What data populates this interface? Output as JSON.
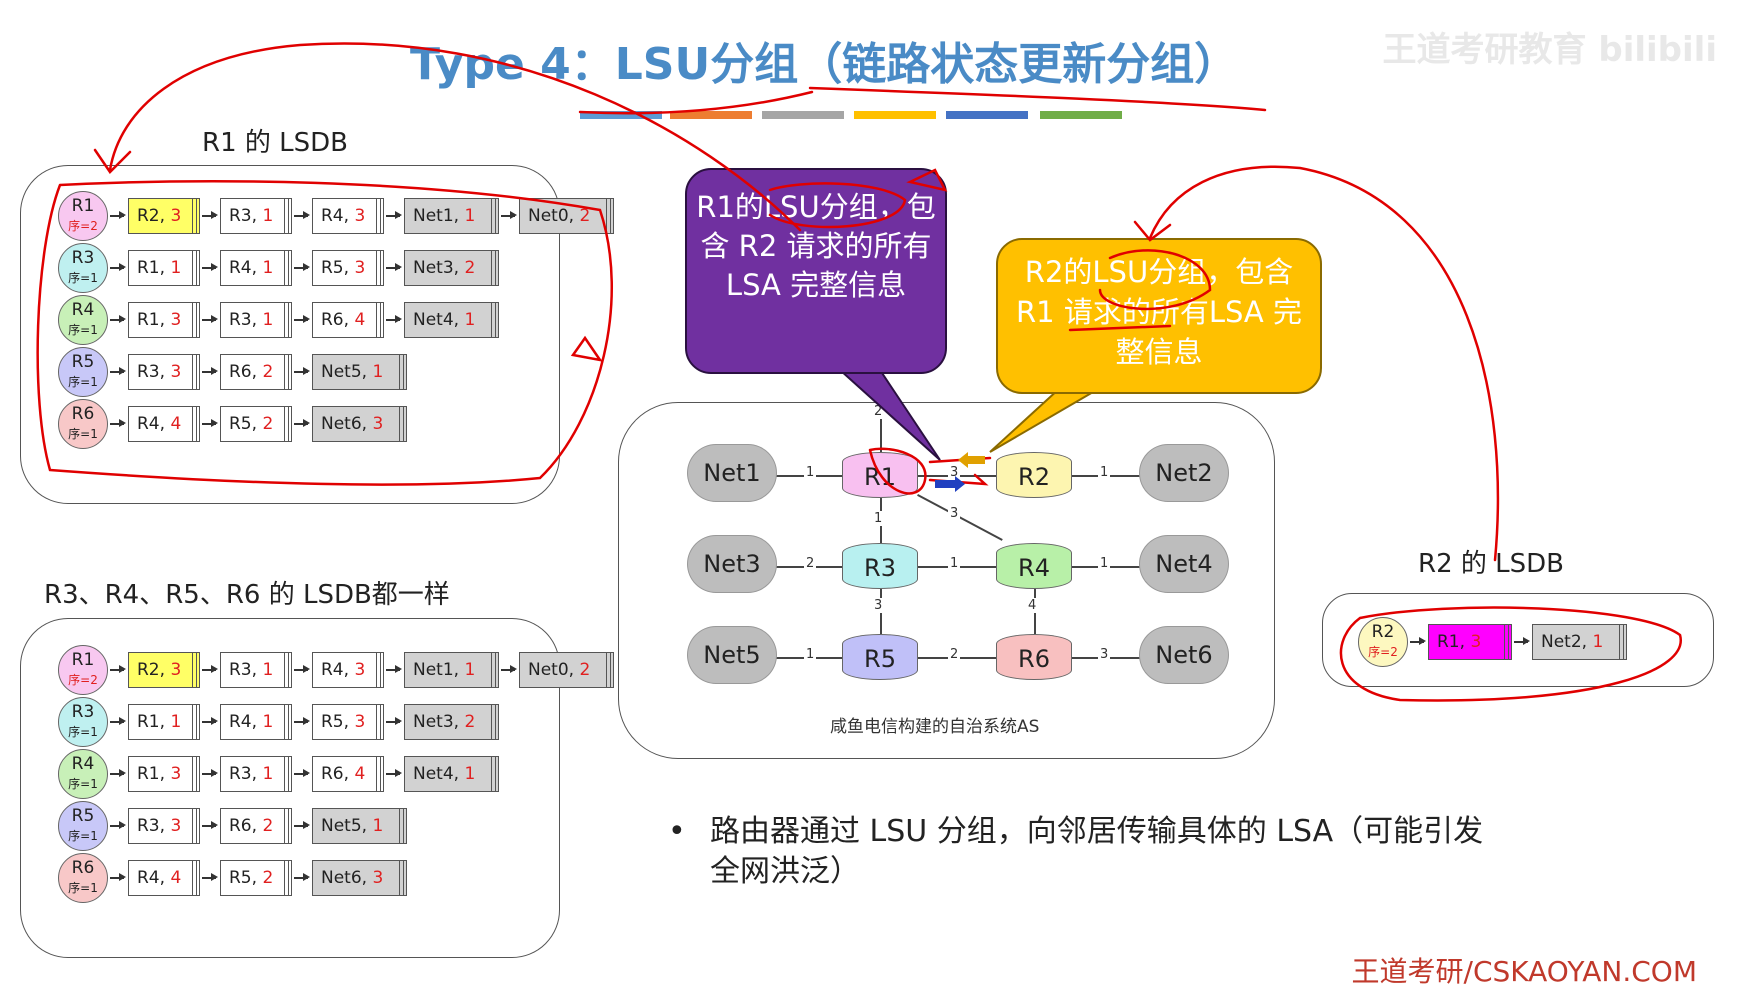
{
  "title": "Type 4：LSU分组（链路状态更新分组）",
  "watermark": "王道考研教育 bilibili",
  "title_bar_colors": [
    "#5b9bd5",
    "#ed7d31",
    "#a5a5a5",
    "#ffc000",
    "#4472c4",
    "#70ad47"
  ],
  "r1_lsdb": {
    "label": "R1 的 LSDB",
    "rows": [
      {
        "router": "R1",
        "seq": "序=2",
        "color": "#f8c8f0",
        "cells": [
          {
            "name": "R2, ",
            "cost": "3",
            "kind": "yel"
          },
          {
            "name": "R3, ",
            "cost": "1",
            "kind": "plain"
          },
          {
            "name": "R4, ",
            "cost": "3",
            "kind": "plain"
          },
          {
            "name": "Net1, ",
            "cost": "1",
            "kind": "net"
          },
          {
            "name": "Net0, ",
            "cost": "2",
            "kind": "net"
          }
        ]
      },
      {
        "router": "R3",
        "seq": "序=1",
        "color": "#bff0f0",
        "cells": [
          {
            "name": "R1, ",
            "cost": "1",
            "kind": "plain"
          },
          {
            "name": "R4, ",
            "cost": "1",
            "kind": "plain"
          },
          {
            "name": "R5, ",
            "cost": "3",
            "kind": "plain"
          },
          {
            "name": "Net3, ",
            "cost": "2",
            "kind": "net"
          }
        ]
      },
      {
        "router": "R4",
        "seq": "序=1",
        "color": "#c8f0b8",
        "cells": [
          {
            "name": "R1, ",
            "cost": "3",
            "kind": "plain"
          },
          {
            "name": "R3, ",
            "cost": "1",
            "kind": "plain"
          },
          {
            "name": "R6, ",
            "cost": "4",
            "kind": "plain"
          },
          {
            "name": "Net4, ",
            "cost": "1",
            "kind": "net"
          }
        ]
      },
      {
        "router": "R5",
        "seq": "序=1",
        "color": "#c8c8f8",
        "cells": [
          {
            "name": "R3, ",
            "cost": "3",
            "kind": "plain"
          },
          {
            "name": "R6, ",
            "cost": "2",
            "kind": "plain"
          },
          {
            "name": "Net5, ",
            "cost": "1",
            "kind": "net"
          }
        ]
      },
      {
        "router": "R6",
        "seq": "序=1",
        "color": "#f8c8c8",
        "cells": [
          {
            "name": "R4, ",
            "cost": "4",
            "kind": "plain"
          },
          {
            "name": "R5, ",
            "cost": "2",
            "kind": "plain"
          },
          {
            "name": "Net6, ",
            "cost": "3",
            "kind": "net"
          }
        ]
      }
    ]
  },
  "others_lsdb": {
    "label": "R3、R4、R5、R6 的 LSDB都一样",
    "rows": [
      {
        "router": "R1",
        "seq": "序=2",
        "color": "#f8c8f0",
        "cells": [
          {
            "name": "R2, ",
            "cost": "3",
            "kind": "yel"
          },
          {
            "name": "R3, ",
            "cost": "1",
            "kind": "plain"
          },
          {
            "name": "R4, ",
            "cost": "3",
            "kind": "plain"
          },
          {
            "name": "Net1, ",
            "cost": "1",
            "kind": "net"
          },
          {
            "name": "Net0, ",
            "cost": "2",
            "kind": "net"
          }
        ]
      },
      {
        "router": "R3",
        "seq": "序=1",
        "color": "#bff0f0",
        "cells": [
          {
            "name": "R1, ",
            "cost": "1",
            "kind": "plain"
          },
          {
            "name": "R4, ",
            "cost": "1",
            "kind": "plain"
          },
          {
            "name": "R5, ",
            "cost": "3",
            "kind": "plain"
          },
          {
            "name": "Net3, ",
            "cost": "2",
            "kind": "net"
          }
        ]
      },
      {
        "router": "R4",
        "seq": "序=1",
        "color": "#c8f0b8",
        "cells": [
          {
            "name": "R1, ",
            "cost": "3",
            "kind": "plain"
          },
          {
            "name": "R3, ",
            "cost": "1",
            "kind": "plain"
          },
          {
            "name": "R6, ",
            "cost": "4",
            "kind": "plain"
          },
          {
            "name": "Net4, ",
            "cost": "1",
            "kind": "net"
          }
        ]
      },
      {
        "router": "R5",
        "seq": "序=1",
        "color": "#c8c8f8",
        "cells": [
          {
            "name": "R3, ",
            "cost": "3",
            "kind": "plain"
          },
          {
            "name": "R6, ",
            "cost": "2",
            "kind": "plain"
          },
          {
            "name": "Net5, ",
            "cost": "1",
            "kind": "net"
          }
        ]
      },
      {
        "router": "R6",
        "seq": "序=1",
        "color": "#f8c8c8",
        "cells": [
          {
            "name": "R4, ",
            "cost": "4",
            "kind": "plain"
          },
          {
            "name": "R5, ",
            "cost": "2",
            "kind": "plain"
          },
          {
            "name": "Net6, ",
            "cost": "3",
            "kind": "net"
          }
        ]
      }
    ]
  },
  "r2_lsdb": {
    "label": "R2 的 LSDB",
    "rows": [
      {
        "router": "R2",
        "seq": "序=2",
        "color": "#fdf8c0",
        "cells": [
          {
            "name": "R1, ",
            "cost": "3",
            "kind": "mag"
          },
          {
            "name": "Net2, ",
            "cost": "1",
            "kind": "net"
          }
        ]
      }
    ]
  },
  "bubble_r1": "R1的LSU分组，包含 R2 请求的所有 LSA 完整信息",
  "bubble_r2": "R2的LSU分组，包含 R1 请求的所有LSA 完整信息",
  "topology": {
    "routers": [
      {
        "id": "R1",
        "color": "#f8c0f0"
      },
      {
        "id": "R2",
        "color": "#fdf5b0"
      },
      {
        "id": "R3",
        "color": "#b8f0f0"
      },
      {
        "id": "R4",
        "color": "#b8f0a8"
      },
      {
        "id": "R5",
        "color": "#c0c0f8"
      },
      {
        "id": "R6",
        "color": "#f8c0c0"
      }
    ],
    "networks": [
      "Net1",
      "Net2",
      "Net3",
      "Net4",
      "Net5",
      "Net6"
    ],
    "costs": {
      "net1_r1": "1",
      "r1_r2": "3",
      "r2_net2": "1",
      "r1_r3": "1",
      "r1_r4": "3",
      "net3_r3": "2",
      "r3_r4": "1",
      "r4_net4": "1",
      "r3_r5": "3",
      "r4_r6": "4",
      "net5_r5": "1",
      "r5_r6": "2",
      "r6_net6": "3",
      "top_stub": "2"
    },
    "caption": "咸鱼电信构建的自治系统AS"
  },
  "bullet": {
    "marker": "•",
    "text": "路由器通过 LSU 分组，向邻居传输具体的 LSA（可能引发全网洪泛）"
  },
  "footer": "王道考研/CSKAOYAN.COM"
}
